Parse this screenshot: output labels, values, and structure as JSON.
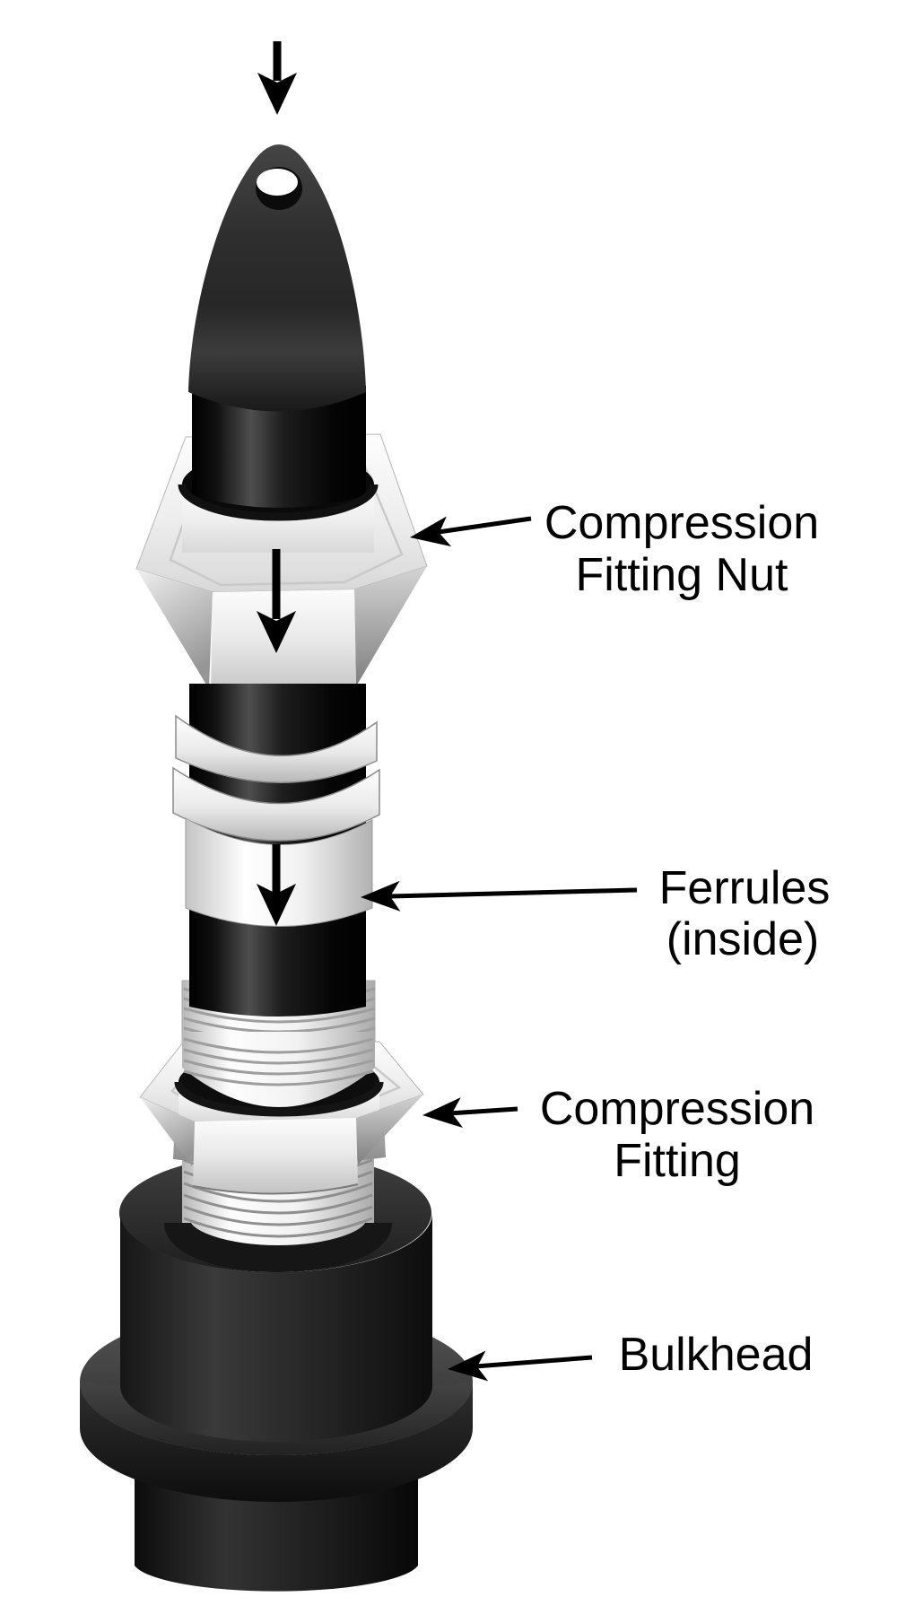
{
  "figure": {
    "title": "",
    "background": "#ffffff",
    "label_color": "#000000",
    "annotation_arrow_color": "#000000",
    "metal_light_color": "#f2f2f2",
    "metal_dark_color": "#1a1a1a"
  },
  "icons": {
    "flow_direction": "arrow-down",
    "label_pointer": "arrow-left"
  },
  "labels": {
    "compression_fitting_nut": {
      "line1": "Compression",
      "line2": "Fitting Nut"
    },
    "ferrules": {
      "line1": "Ferrules",
      "line2": "(inside)"
    },
    "compression_fitting": {
      "line1": "Compression",
      "line2": "Fitting"
    },
    "bulkhead": {
      "line1": "Bulkhead"
    }
  }
}
